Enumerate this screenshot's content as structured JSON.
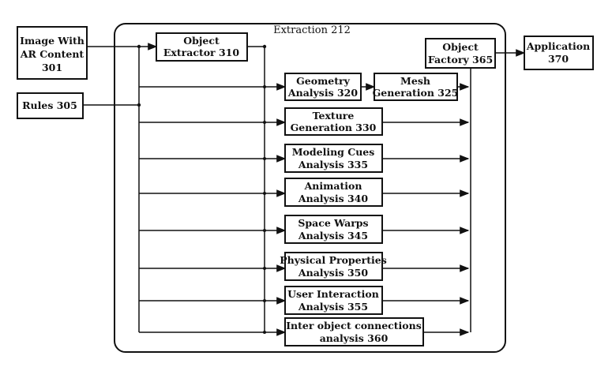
{
  "diagram": {
    "extraction_title": "Extraction 212",
    "nodes": {
      "image_ar": {
        "lines": [
          "Image With",
          "AR Content",
          "301"
        ]
      },
      "rules": {
        "lines": [
          "Rules 305"
        ]
      },
      "object_extractor": {
        "lines": [
          "Object",
          "Extractor 310"
        ]
      },
      "geometry": {
        "lines": [
          "Geometry",
          "Analysis 320"
        ]
      },
      "mesh": {
        "lines": [
          "Mesh",
          "Generation 325"
        ]
      },
      "texture": {
        "lines": [
          "Texture",
          "Generation 330"
        ]
      },
      "modeling_cues": {
        "lines": [
          "Modeling Cues",
          "Analysis 335"
        ]
      },
      "animation": {
        "lines": [
          "Animation",
          "Analysis 340"
        ]
      },
      "space_warps": {
        "lines": [
          "Space Warps",
          "Analysis 345"
        ]
      },
      "physical": {
        "lines": [
          "Physical Properties",
          "Analysis 350"
        ]
      },
      "user_interaction": {
        "lines": [
          "User Interaction",
          "Analysis 355"
        ]
      },
      "inter_object": {
        "lines": [
          "Inter object connections",
          "analysis 360"
        ]
      },
      "object_factory": {
        "lines": [
          "Object",
          "Factory 365"
        ]
      },
      "application": {
        "lines": [
          "Application",
          "370"
        ]
      }
    }
  }
}
